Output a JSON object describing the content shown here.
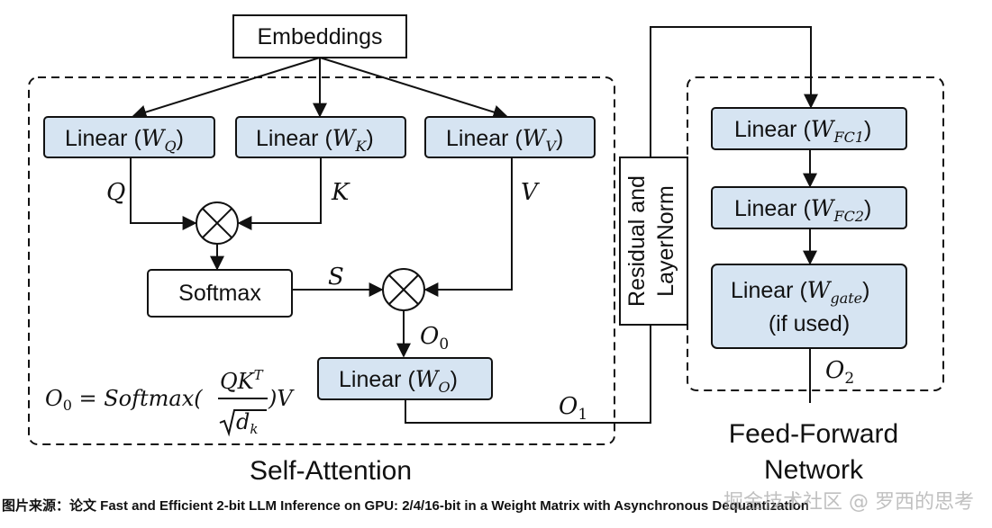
{
  "diagram": {
    "embeddings": "Embeddings",
    "self_attention": {
      "title": "Self-Attention",
      "linear_q": {
        "prefix": "Linear (",
        "w": "W",
        "sub": "Q",
        "suffix": ")"
      },
      "linear_k": {
        "prefix": "Linear (",
        "w": "W",
        "sub": "K",
        "suffix": ")"
      },
      "linear_v": {
        "prefix": "Linear (",
        "w": "W",
        "sub": "V",
        "suffix": ")"
      },
      "label_q": "Q",
      "label_k": "K",
      "label_v": "V",
      "softmax": "Softmax",
      "label_s": "S",
      "label_o0": "O",
      "label_o0_sub": "0",
      "linear_o": {
        "prefix": "Linear (",
        "w": "W",
        "sub": "O",
        "suffix": ")"
      },
      "label_o1": "O",
      "label_o1_sub": "1",
      "formula": {
        "lhs": "O",
        "lhs_sub": "0",
        "eq": " = Softmax(",
        "num": "QK",
        "num_sup": "T",
        "den": "d",
        "den_sub": "k",
        "tail": ")V"
      }
    },
    "residual": {
      "line1": "Residual and",
      "line2": "LayerNorm"
    },
    "ffn": {
      "title_line1": "Feed-Forward",
      "title_line2": "Network",
      "fc1": {
        "prefix": "Linear (",
        "w": "W",
        "sub": "FC1",
        "suffix": ")"
      },
      "fc2": {
        "prefix": "Linear (",
        "w": "W",
        "sub": "FC2",
        "suffix": ")"
      },
      "gate": {
        "prefix": "Linear (",
        "w": "W",
        "sub": "gate",
        "suffix": ")",
        "line2": "(if used)"
      },
      "label_o2": "O",
      "label_o2_sub": "2"
    }
  },
  "caption": "图片来源：论文 Fast and Efficient 2-bit LLM Inference on GPU: 2/4/16-bit in a Weight Matrix with Asynchronous Dequantization",
  "watermark": "掘金技术社区 @ 罗西的思考",
  "colors": {
    "box_fill": "#d6e4f2",
    "stroke": "#111111"
  }
}
